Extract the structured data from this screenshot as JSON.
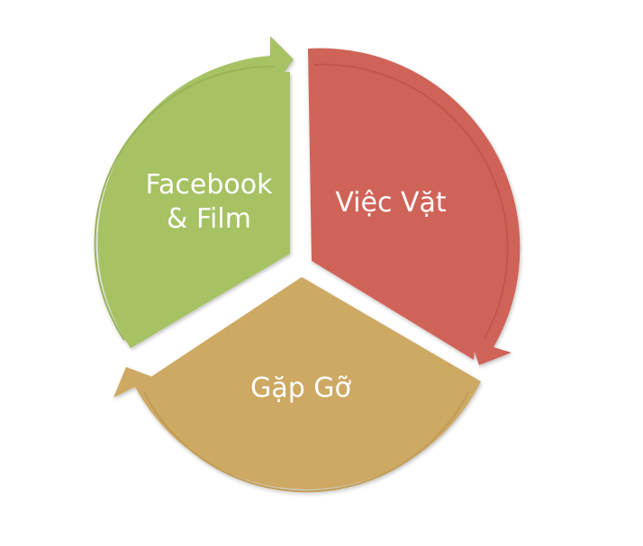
{
  "segments": [
    {
      "id": "facebook-film",
      "label": "Facebook\n& Film",
      "color": "#a6c264",
      "shade": "#98b458"
    },
    {
      "id": "viec-vat",
      "label": "Việc Vặt",
      "color": "#d06359",
      "shade": "#c2574e"
    },
    {
      "id": "gap-go",
      "label": "Gặp Gỡ",
      "color": "#cea963",
      "shade": "#c09c57"
    }
  ]
}
